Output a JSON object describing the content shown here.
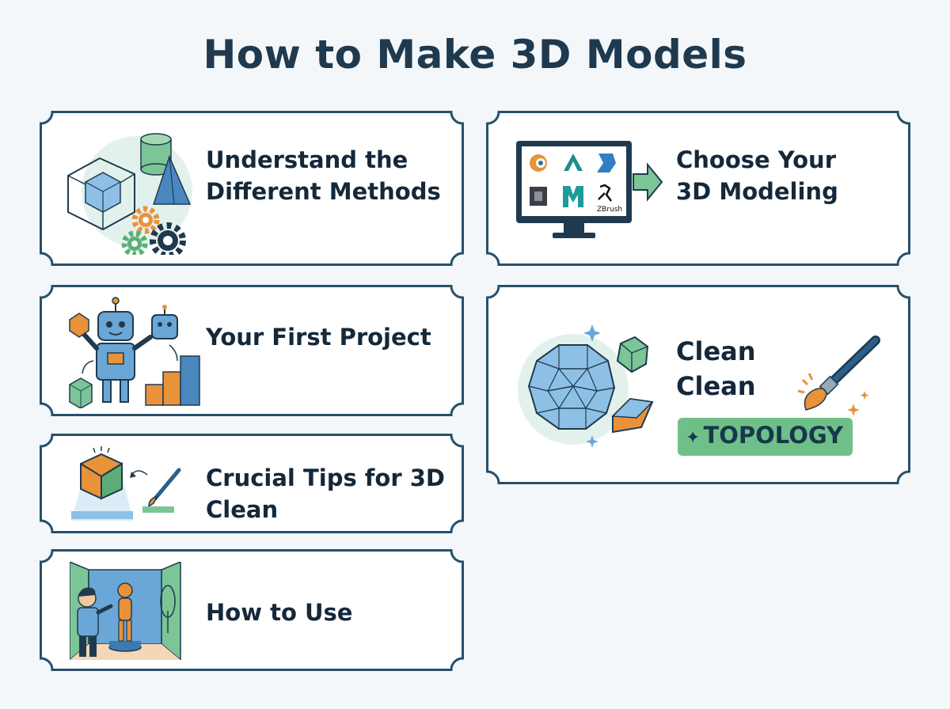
{
  "title": "How to Make 3D Models",
  "cards": [
    {
      "line1": "Understand the",
      "line2": "Different Methods",
      "icon": "shapes-and-gears-icon"
    },
    {
      "line1": "Choose Your",
      "line2": "3D Modeling",
      "icon": "software-monitor-icon",
      "software_label": "ZBrush"
    },
    {
      "line1": "Your First Project",
      "icon": "robot-builder-icon"
    },
    {
      "line1": "Crucial Tips for 3D",
      "line2": "Clean",
      "icon": "cube-and-brush-icon"
    },
    {
      "line1": "How to Use",
      "icon": "person-and-figure-icon"
    },
    {
      "line1": "Clean",
      "line2": "Clean",
      "badge": "TOPOLOGY",
      "badge_icon": "sparkle-icon",
      "icon": "polyhedron-and-brush-icon"
    }
  ],
  "colors": {
    "frame": "#27506b",
    "card_bg": "#ffffff",
    "accent_blue": "#6aa7d6",
    "accent_green": "#6fc088",
    "accent_orange": "#e8923a",
    "dark_navy": "#1f3a4f"
  }
}
